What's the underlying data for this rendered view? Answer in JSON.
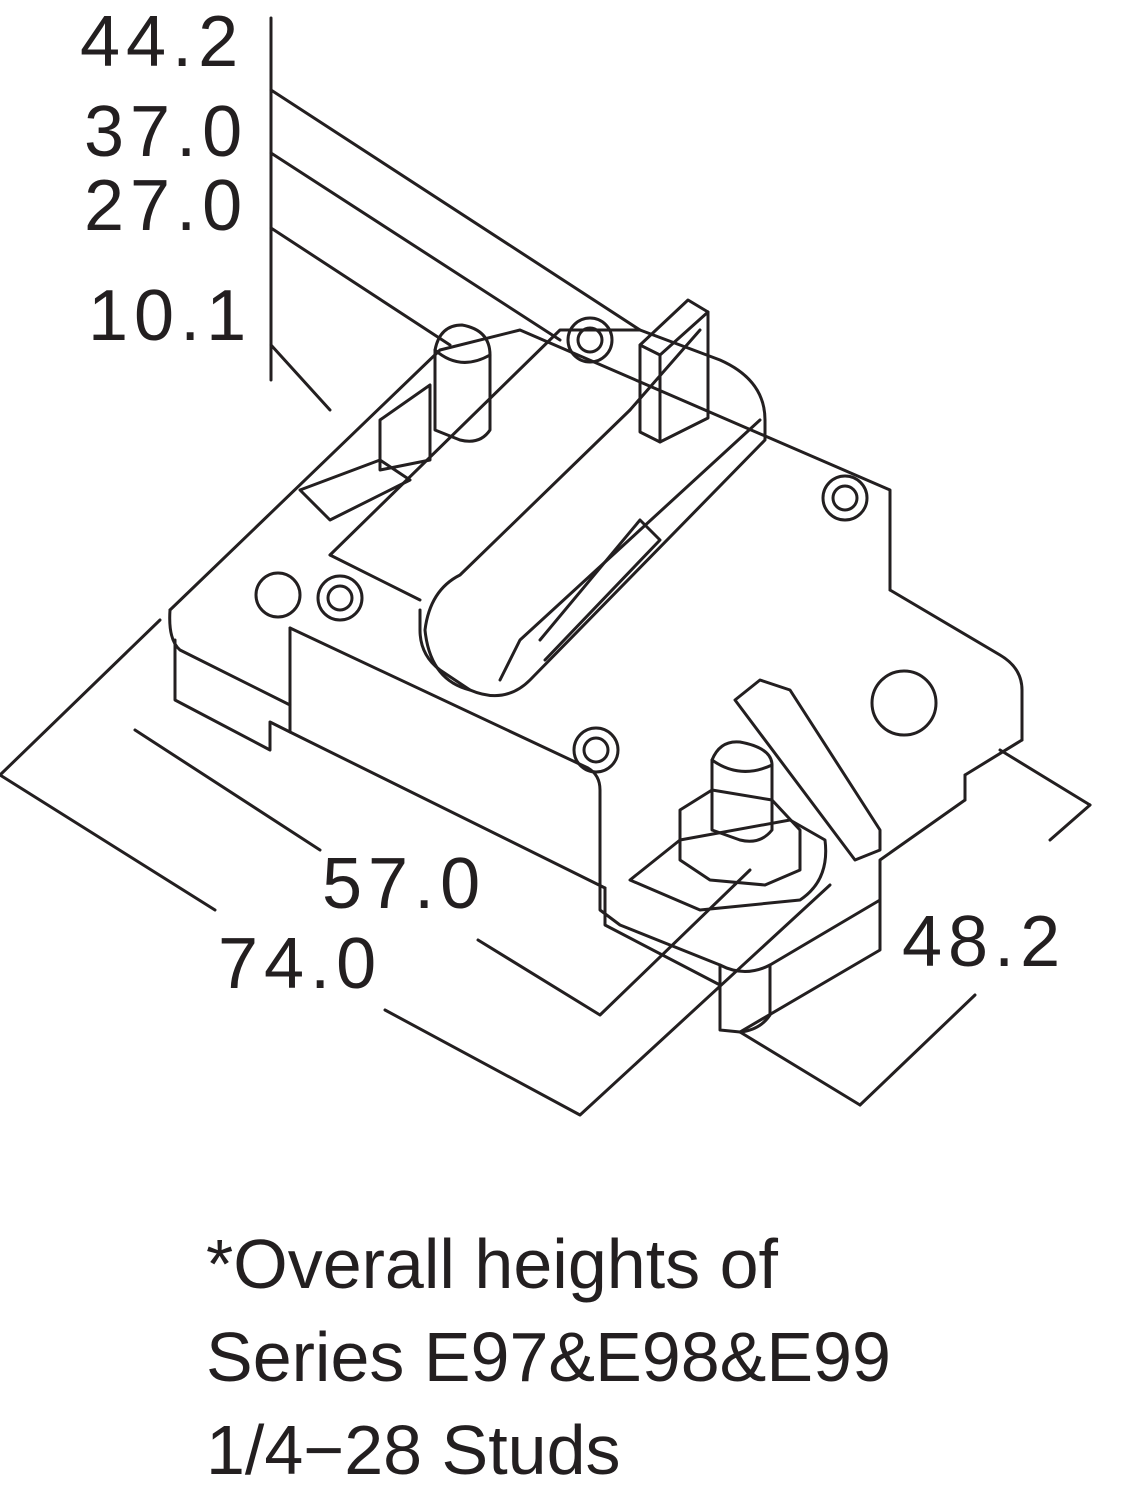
{
  "heights": {
    "h1": "44.2",
    "h2": "37.0",
    "h3": "27.0",
    "h4": "10.1"
  },
  "dimensions": {
    "length_inner": "57.0",
    "length_outer": "74.0",
    "width": "48.2"
  },
  "note": {
    "line1": "*Overall heights of",
    "line2": "Series E97&E98&E99",
    "line3": "1/4−28  Studs"
  },
  "colors": {
    "line": "#231f20",
    "background": "#ffffff"
  }
}
